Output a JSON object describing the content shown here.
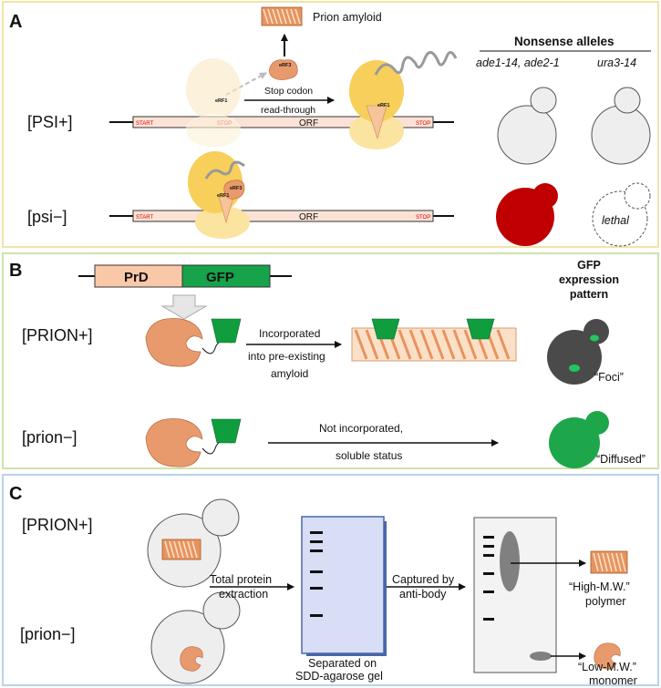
{
  "panel_a": {
    "letter": "A",
    "prion_amyloid": "Prion amyloid",
    "erf3": "eRF3",
    "erf1": "eRF1",
    "stop_codon_1": "Stop codon",
    "stop_codon_2": "read-through",
    "start": "START",
    "stop": "STOP",
    "orf": "ORF",
    "psi_plus": "[PSI+]",
    "psi_minus": "[psi−]",
    "nonsense_title": "Nonsense alleles",
    "allele_1": "ade1-14, ade2-1",
    "allele_2": "ura3-14",
    "lethal": "lethal"
  },
  "panel_b": {
    "letter": "B",
    "prd": "PrD",
    "gfp": "GFP",
    "gfp_title_1": "GFP",
    "gfp_title_2": "expression",
    "gfp_title_3": "pattern",
    "prion_plus": "[PRION+]",
    "prion_minus": "[prion−]",
    "incorporated_1": "Incorporated",
    "incorporated_2": "into pre-existing",
    "incorporated_3": "amyloid",
    "not_incorporated_1": "Not incorporated,",
    "not_incorporated_2": "soluble status",
    "foci": "“Foci”",
    "diffused": "“Diffused”"
  },
  "panel_c": {
    "letter": "C",
    "prion_plus": "[PRION+]",
    "prion_minus": "[prion−]",
    "total_1": "Total protein",
    "total_2": "extraction",
    "captured_1": "Captured by",
    "captured_2": "anti-body",
    "separated_1": "Separated on",
    "separated_2": "SDD-agarose gel",
    "high_1": "“High-M.W.”",
    "high_2": "polymer",
    "low_1": "“Low-M.W.”",
    "low_2": "monomer"
  },
  "colors": {
    "panel_a_border": "#f3e3a6",
    "panel_b_border": "#cfe3a9",
    "panel_c_border": "#b9d3ea",
    "ribosome_dark": "#f7cf5a",
    "ribosome_light": "#fbe3a0",
    "erf3": "#e89a6c",
    "red_colony": "#c00000",
    "gfp_green": "#1ea64a",
    "gel_blue": "#d7def5"
  }
}
